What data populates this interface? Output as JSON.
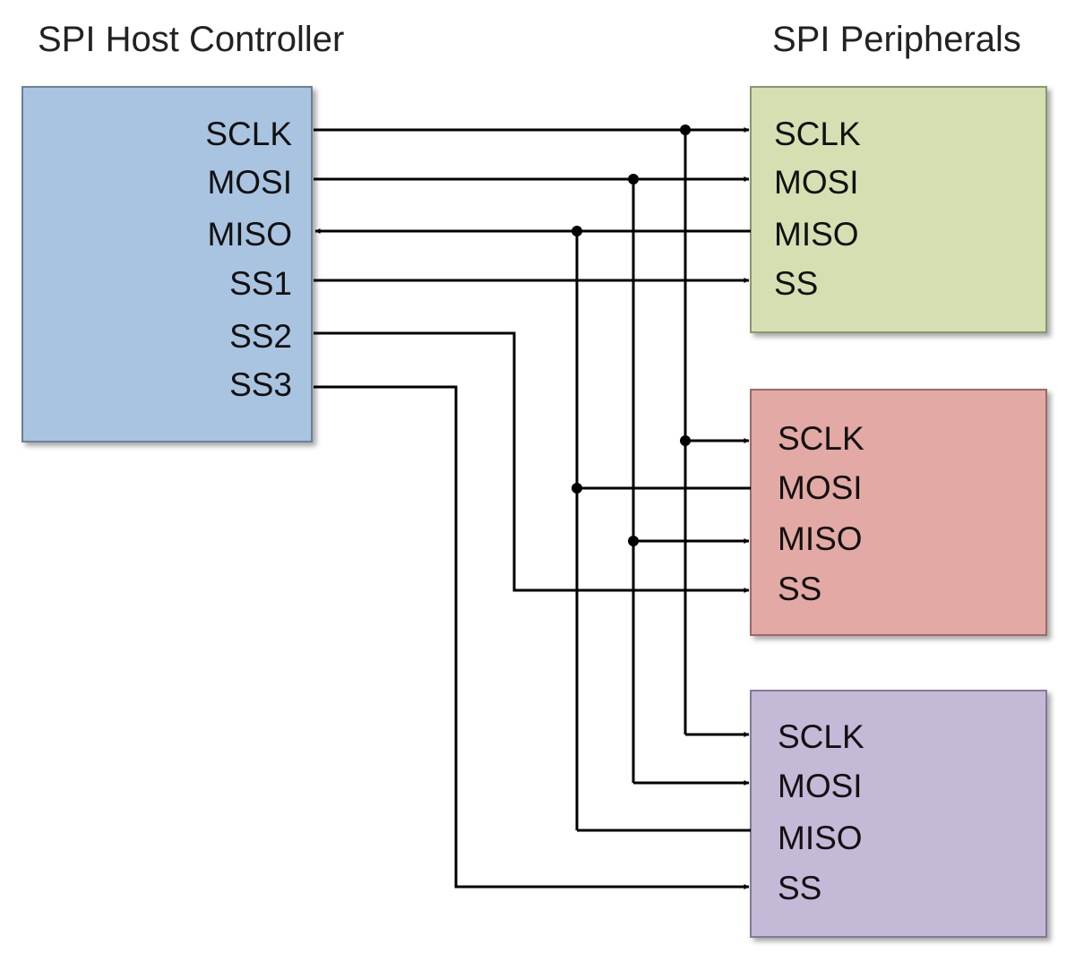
{
  "host": {
    "title": "SPI Host Controller",
    "pins": [
      "SCLK",
      "MOSI",
      "MISO",
      "SS1",
      "SS2",
      "SS3"
    ],
    "color": "#a9c4e1"
  },
  "peripherals": {
    "title": "SPI Peripherals",
    "devices": [
      {
        "color": "#d4e0b2",
        "pins": [
          "SCLK",
          "MOSI",
          "MISO",
          "SS"
        ]
      },
      {
        "color": "#e3a9a4",
        "pins": [
          "SCLK",
          "MOSI",
          "MISO",
          "SS"
        ]
      },
      {
        "color": "#c5b9d8",
        "pins": [
          "SCLK",
          "MOSI",
          "MISO",
          "SS"
        ]
      }
    ]
  }
}
